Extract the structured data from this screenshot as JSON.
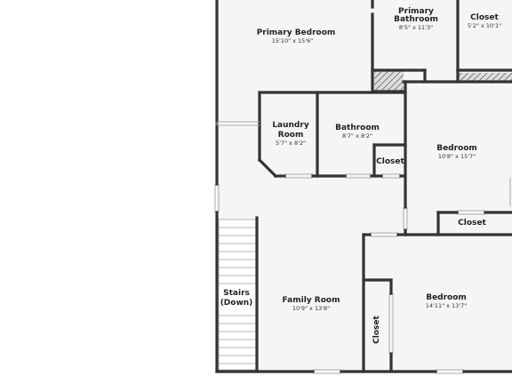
{
  "colors": {
    "background": "#ffffff",
    "floor": "#f5f5f5",
    "wall": "#333333",
    "hatch": "#555555",
    "label": "#222222"
  },
  "rooms": {
    "primary_bedroom": {
      "name": "Primary Bedroom",
      "dims": "15'10\" x 15'6\""
    },
    "primary_bathroom": {
      "name_line1": "Primary",
      "name_line2": "Bathroom",
      "dims": "8'5\" x 11'3\""
    },
    "closet_top": {
      "name": "Closet",
      "dims": "5'2\" x 10'1\""
    },
    "laundry_room": {
      "name_line1": "Laundry",
      "name_line2": "Room",
      "dims": "5'7\" x 8'2\""
    },
    "bathroom": {
      "name": "Bathroom",
      "dims": "8'7\" x 8'2\""
    },
    "closet_bath": {
      "name": "Closet"
    },
    "bedroom_right": {
      "name": "Bedroom",
      "dims": "10'8\" x 15'7\""
    },
    "closet_right": {
      "name": "Closet"
    },
    "stairs": {
      "name_line1": "Stairs",
      "name_line2": "(Down)"
    },
    "family_room": {
      "name": "Family Room",
      "dims": "10'9\" x 13'8\""
    },
    "bedroom_bottom": {
      "name": "Bedroom",
      "dims": "14'11\" x 13'7\""
    },
    "closet_vertical": {
      "name": "Closet"
    }
  }
}
